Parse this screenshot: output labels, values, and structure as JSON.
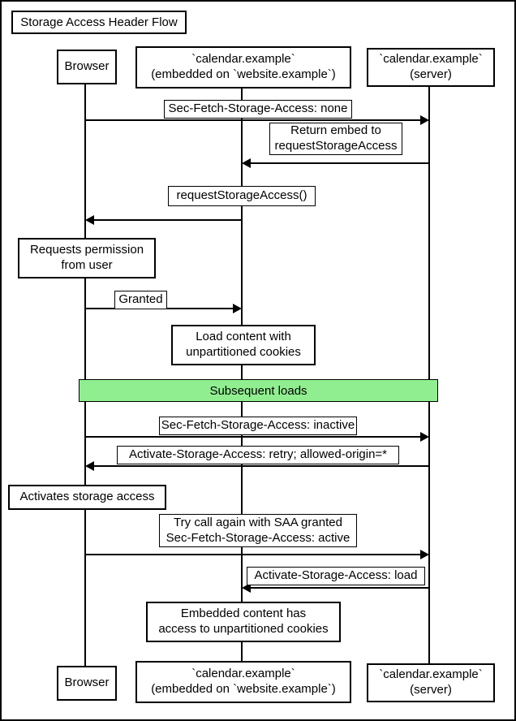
{
  "title": "Storage Access Header Flow",
  "actors": {
    "browser": {
      "label": "Browser"
    },
    "embedded": {
      "line1": "`calendar.example`",
      "line2": "(embedded on `website.example`)"
    },
    "server": {
      "line1": "`calendar.example`",
      "line2": "(server)"
    }
  },
  "messages": {
    "fetch_none": {
      "label": "Sec-Fetch-Storage-Access: none"
    },
    "return_embed": {
      "line1": "Return embed to",
      "line2": "requestStorageAccess"
    },
    "request_saa": {
      "label": "requestStorageAccess()"
    },
    "granted": {
      "label": "Granted"
    },
    "fetch_inactive": {
      "label": "Sec-Fetch-Storage-Access: inactive"
    },
    "activate_retry": {
      "label": "Activate-Storage-Access: retry; allowed-origin=*"
    },
    "try_again": {
      "line1": "Try call again with SAA granted",
      "line2": "Sec-Fetch-Storage-Access: active"
    },
    "activate_load": {
      "label": "Activate-Storage-Access: load"
    }
  },
  "notes": {
    "requests_permission": {
      "line1": "Requests permission",
      "line2": "from user"
    },
    "load_content": {
      "line1": "Load content with",
      "line2": "unpartitioned cookies"
    },
    "activates_storage": {
      "label": "Activates storage access"
    },
    "embedded_access": {
      "line1": "Embedded content has",
      "line2": "access to unpartitioned cookies"
    }
  },
  "divider": {
    "label": "Subsequent loads",
    "color": "#90EE90"
  }
}
